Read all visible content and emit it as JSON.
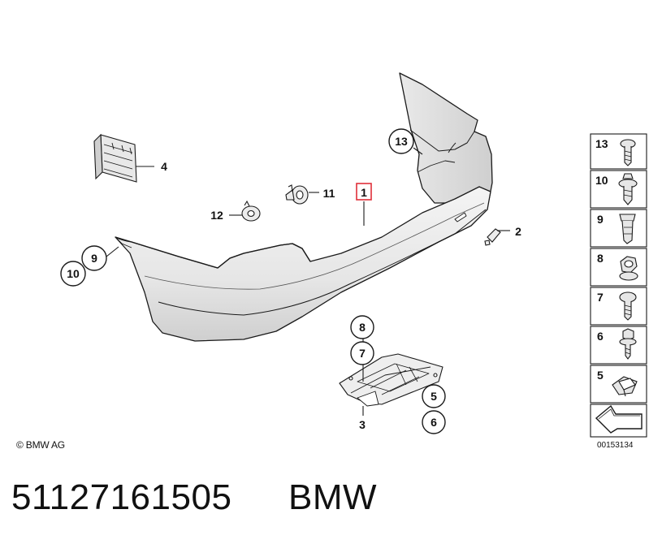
{
  "callouts": {
    "c1": "1",
    "c2": "2",
    "c3": "3",
    "c4": "4",
    "c5": "5",
    "c6": "6",
    "c7": "7",
    "c8": "8",
    "c9": "9",
    "c10": "10",
    "c11": "11",
    "c12": "12",
    "c13": "13"
  },
  "legend": {
    "items": [
      "13",
      "10",
      "9",
      "8",
      "7",
      "6",
      "5"
    ]
  },
  "footer": {
    "copyright": "© BMW AG",
    "diagram_id": "00153134"
  },
  "caption": {
    "part_number": "51127161505",
    "brand": "BMW"
  },
  "colors": {
    "highlight": "#e0303a",
    "line": "#1a1a1a",
    "shade": "#dcdcdc"
  }
}
